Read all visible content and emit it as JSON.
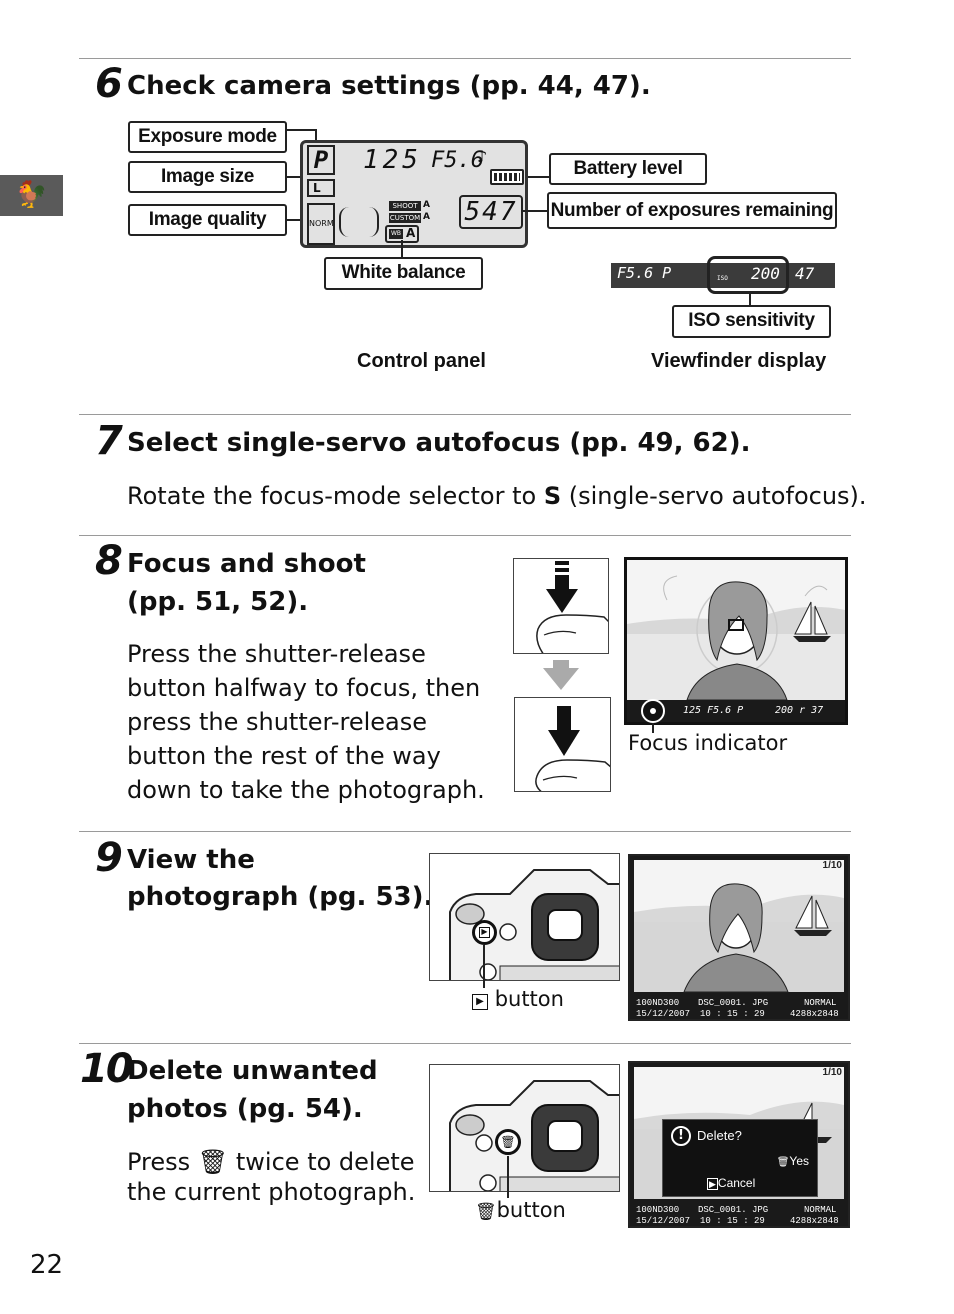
{
  "page_number": "22",
  "side_tab_icon": "weathervane-icon",
  "steps": [
    {
      "number": "6",
      "heading": "Check camera settings (pp. 44, 47).",
      "callouts": {
        "exposure_mode": "Exposure mode",
        "image_size": "Image size",
        "image_quality": "Image quality",
        "white_balance": "White balance",
        "battery_level": "Battery level",
        "exposures_remaining": "Number of exposures remaining",
        "iso_sensitivity": "ISO sensitivity"
      },
      "control_panel": {
        "mode": "P",
        "shutter": "125",
        "aperture": "F5.6",
        "size": "L",
        "quality": "NORM",
        "shoot": "SHOOT",
        "custom": "CUSTOM",
        "wb": "WB",
        "wb_value": "A",
        "bank_a": "A",
        "exposures": "547",
        "caption": "Control panel"
      },
      "viewfinder": {
        "readout": "F5.6 P",
        "iso_label": "ISO",
        "iso_value": "200",
        "remaining": "47",
        "caption": "Viewfinder display"
      }
    },
    {
      "number": "7",
      "heading": "Select single-servo autofocus (pp. 49, 62).",
      "body_prefix": "Rotate the focus-mode selector to ",
      "body_bold": "S",
      "body_suffix": " (single-servo autofocus)."
    },
    {
      "number": "8",
      "heading_line1": "Focus and shoot",
      "heading_line2": "(pp. 51, 52).",
      "body_lines": [
        "Press the shutter-release",
        "button halfway to focus, then",
        "press the shutter-release",
        "button the rest of the way",
        "down to take the photograph."
      ],
      "vf_info": "125 F5.6 P",
      "vf_iso": "200 r 37",
      "caption": "Focus indicator"
    },
    {
      "number": "9",
      "heading_line1": "View the",
      "heading_line2": "photograph (pg. 53).",
      "button_caption": "button",
      "button_icon": "play-icon",
      "monitor": {
        "counter": "1/10",
        "folder": "100ND300",
        "file": "DSC_0001. JPG",
        "quality": "NORMAL",
        "date": "15/12/2007",
        "time": "10 : 15 : 29",
        "size": "4288x2848"
      }
    },
    {
      "number": "10",
      "heading_line1": "Delete unwanted",
      "heading_line2": "photos (pg. 54).",
      "body_prefix": "Press ",
      "body_icon": "trash-icon",
      "body_suffix": " twice to delete",
      "body_line2": "the current photograph.",
      "button_caption": "button",
      "dialog": {
        "title": "Delete?",
        "yes": "Yes",
        "cancel": "Cancel"
      },
      "monitor": {
        "counter": "1/10",
        "folder": "100ND300",
        "file": "DSC_0001. JPG",
        "quality": "NORMAL",
        "date": "15/12/2007",
        "time": "10 : 15 : 29",
        "size": "4288x2848"
      }
    }
  ]
}
